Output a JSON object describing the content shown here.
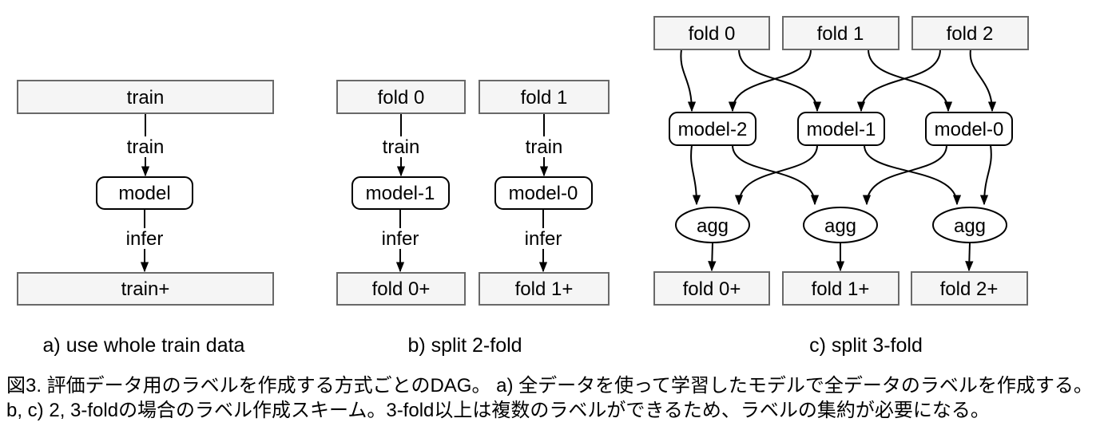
{
  "figure": {
    "caption_a": "a) use whole train data",
    "caption_b": "b) split 2-fold",
    "caption_c": "c) split 3-fold",
    "figure_caption": "図3. 評価データ用のラベルを作成する方式ごとのDAG。 a) 全データを使って学習したモデルで全データのラベルを作成する。b, c) 2, 3-foldの場合のラベル作成スキーム。3-fold以上は複数のラベルができるため、ラベルの集約が必要になる。"
  },
  "panel_a": {
    "nodes": {
      "train": "train",
      "model": "model",
      "train_plus": "train+"
    },
    "edges": {
      "train": "train",
      "infer": "infer"
    }
  },
  "panel_b": {
    "nodes": {
      "fold0": "fold 0",
      "fold1": "fold 1",
      "model1": "model-1",
      "model0": "model-0",
      "fold0_plus": "fold 0+",
      "fold1_plus": "fold 1+"
    },
    "edges": {
      "train": "train",
      "infer": "infer"
    }
  },
  "panel_c": {
    "nodes": {
      "fold0": "fold 0",
      "fold1": "fold 1",
      "fold2": "fold 2",
      "model2": "model-2",
      "model1": "model-1",
      "model0": "model-0",
      "agg0": "agg",
      "agg1": "agg",
      "agg2": "agg",
      "fold0_plus": "fold 0+",
      "fold1_plus": "fold 1+",
      "fold2_plus": "fold 2+"
    }
  },
  "colors": {
    "background": "#ffffff",
    "data_node_fill": "#f5f5f5",
    "data_node_border": "#696969",
    "process_node_fill": "#ffffff",
    "process_node_border": "#000000",
    "edge_color": "#000000",
    "text_color": "#000000"
  }
}
